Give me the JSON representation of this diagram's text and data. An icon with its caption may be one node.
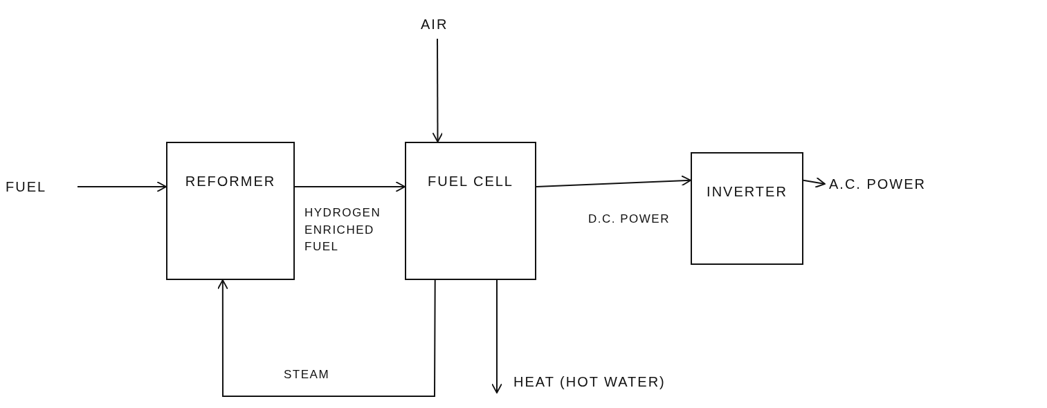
{
  "diagram": {
    "nodes": [
      {
        "text": [
          "FUEL"
        ]
      },
      {
        "text": [
          "REFORMER"
        ]
      },
      {
        "text": [
          "FUEL CELL"
        ]
      },
      {
        "text": [
          "INVERTER"
        ]
      },
      {
        "text": [
          "AIR"
        ]
      },
      {
        "text": [
          "A.C. POWER"
        ]
      },
      {
        "text": [
          "HEAT (HOT WATER)"
        ]
      }
    ],
    "edges": [
      {
        "from": 0,
        "to": 1,
        "arrow": "to"
      },
      {
        "from": 1,
        "to": 2,
        "arrow": "to",
        "label": "HYDROGEN ENRICHED FUEL"
      },
      {
        "from": 2,
        "to": 3,
        "arrow": "to",
        "label": "D.C. POWER"
      },
      {
        "from": 3,
        "to": 5,
        "arrow": "to"
      },
      {
        "from": 4,
        "to": 2,
        "arrow": "to"
      },
      {
        "from": 2,
        "to": 1,
        "arrow": "to",
        "label": "STEAM"
      },
      {
        "from": 2,
        "to": 6,
        "arrow": "to"
      }
    ]
  }
}
